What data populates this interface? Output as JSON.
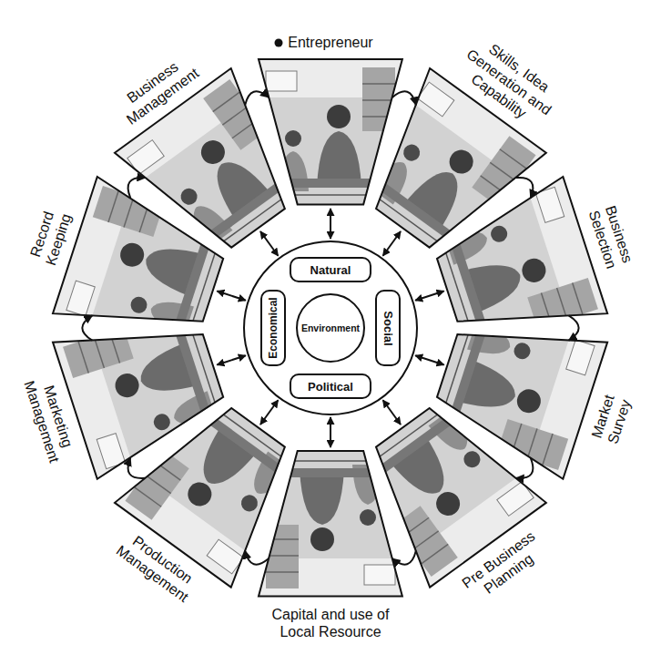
{
  "diagram": {
    "nodes": [
      {
        "text": [
          "Entrepreneur"
        ]
      },
      {
        "text": [
          "Skills, Idea Generation and Capability"
        ]
      },
      {
        "text": [
          "Business Selection"
        ]
      },
      {
        "text": [
          "Market Survey"
        ]
      },
      {
        "text": [
          "Pre Business Planning"
        ]
      },
      {
        "text": [
          "Capital and use of Local Resource"
        ]
      },
      {
        "text": [
          "Production Management"
        ]
      },
      {
        "text": [
          "Marketing Management"
        ]
      },
      {
        "text": [
          "Record Keeping"
        ]
      },
      {
        "text": [
          "Business Management"
        ]
      },
      {
        "text": [
          "Natural"
        ]
      },
      {
        "text": [
          "Social"
        ]
      },
      {
        "text": [
          "Political"
        ]
      },
      {
        "text": [
          "Economical"
        ]
      },
      {
        "text": [
          "Environment"
        ]
      }
    ],
    "edges": [
      {
        "from": 0,
        "to": 1,
        "arrow": "to"
      },
      {
        "from": 1,
        "to": 2,
        "arrow": "to"
      },
      {
        "from": 2,
        "to": 3,
        "arrow": "to"
      },
      {
        "from": 3,
        "to": 4,
        "arrow": "to"
      },
      {
        "from": 4,
        "to": 5,
        "arrow": "to"
      },
      {
        "from": 5,
        "to": 6,
        "arrow": "to"
      },
      {
        "from": 6,
        "to": 7,
        "arrow": "to"
      },
      {
        "from": 7,
        "to": 8,
        "arrow": "to"
      },
      {
        "from": 8,
        "to": 9,
        "arrow": "to"
      },
      {
        "from": 9,
        "to": 0,
        "arrow": "to"
      }
    ]
  }
}
